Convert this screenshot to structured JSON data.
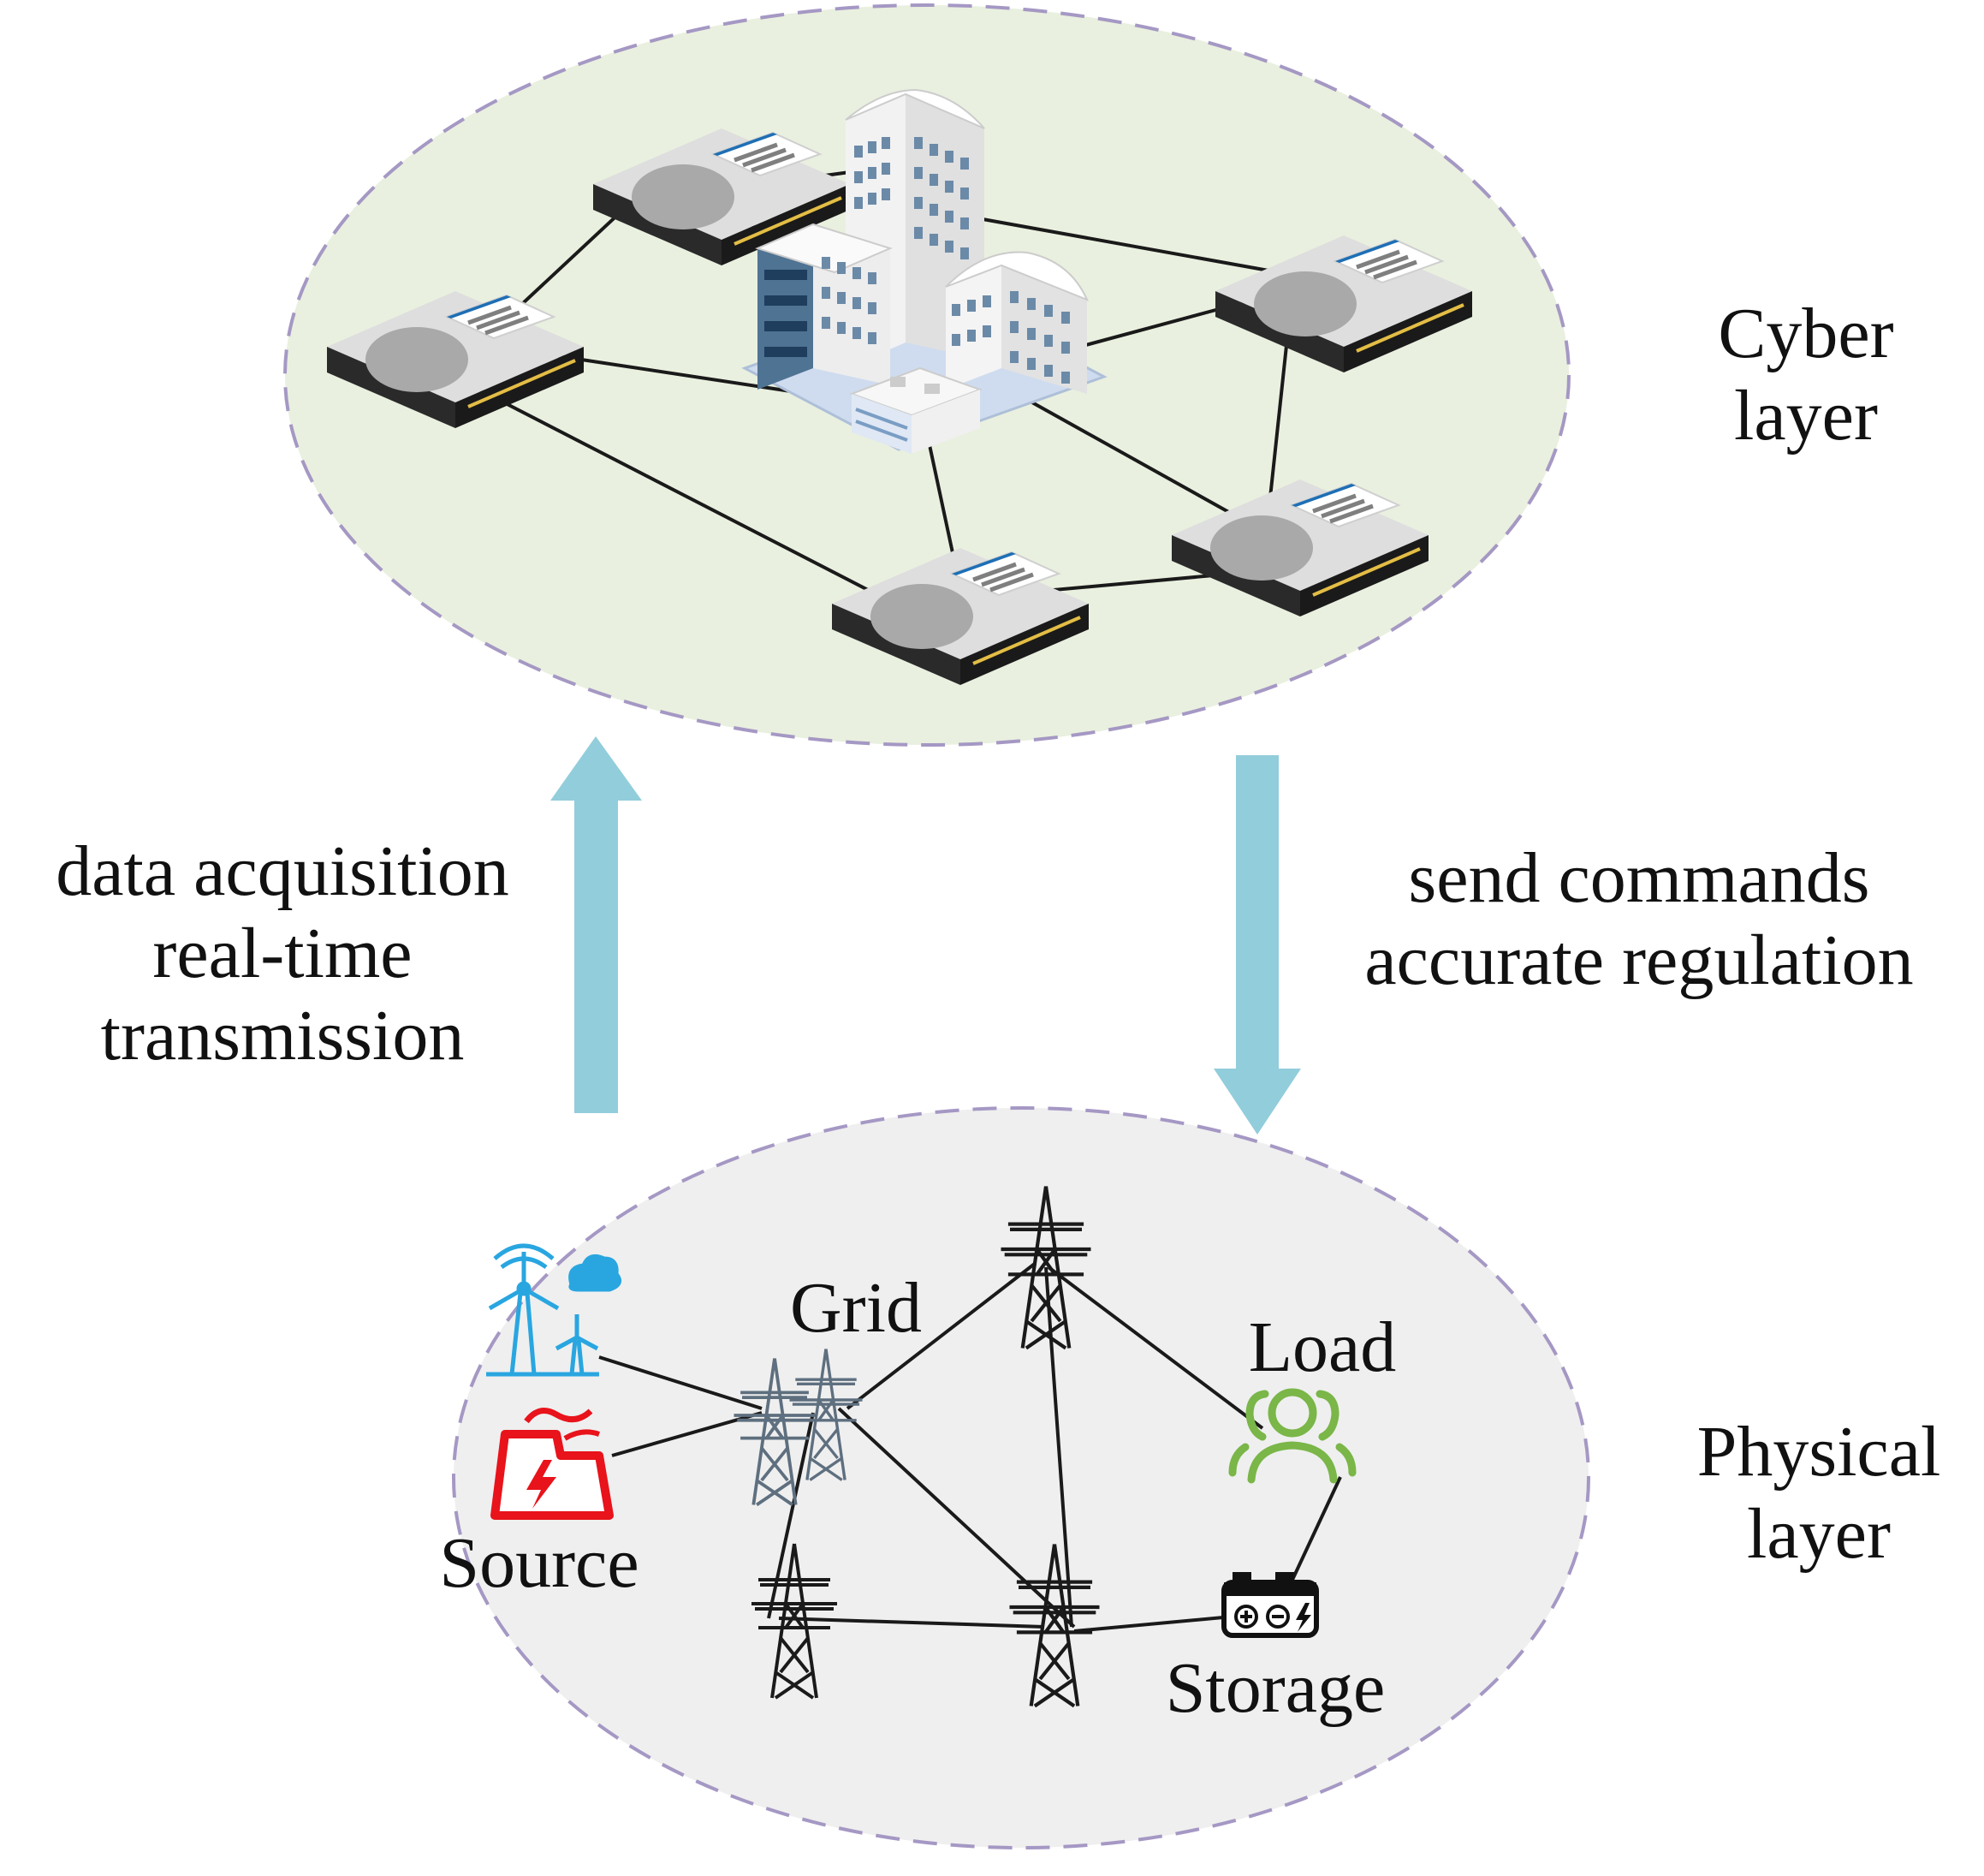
{
  "cyber_layer": {
    "label_line1": "Cyber",
    "label_line2": "layer"
  },
  "physical_layer": {
    "label_line1": "Physical",
    "label_line2": "layer",
    "nodes": {
      "grid": "Grid",
      "load": "Load",
      "source": "Source",
      "storage": "Storage"
    }
  },
  "uplink": {
    "line1": "data acquisition",
    "line2": "real-time",
    "line3": "transmission"
  },
  "downlink": {
    "line1": "send commands",
    "line2": "accurate regulation"
  },
  "colors": {
    "cyber_fill": "#e9f0df",
    "physical_fill": "#efefef",
    "ellipse_border": "#a598c4",
    "arrow": "#92cddb",
    "source_red": "#e8131b",
    "wind_blue": "#29a6e0",
    "load_green": "#7ab648",
    "tower_gray": "#5e6f7f"
  },
  "icons": [
    "server-icon",
    "building-icon",
    "wind-turbine-icon",
    "power-plant-icon",
    "transmission-tower-icon",
    "people-icon",
    "battery-icon"
  ]
}
